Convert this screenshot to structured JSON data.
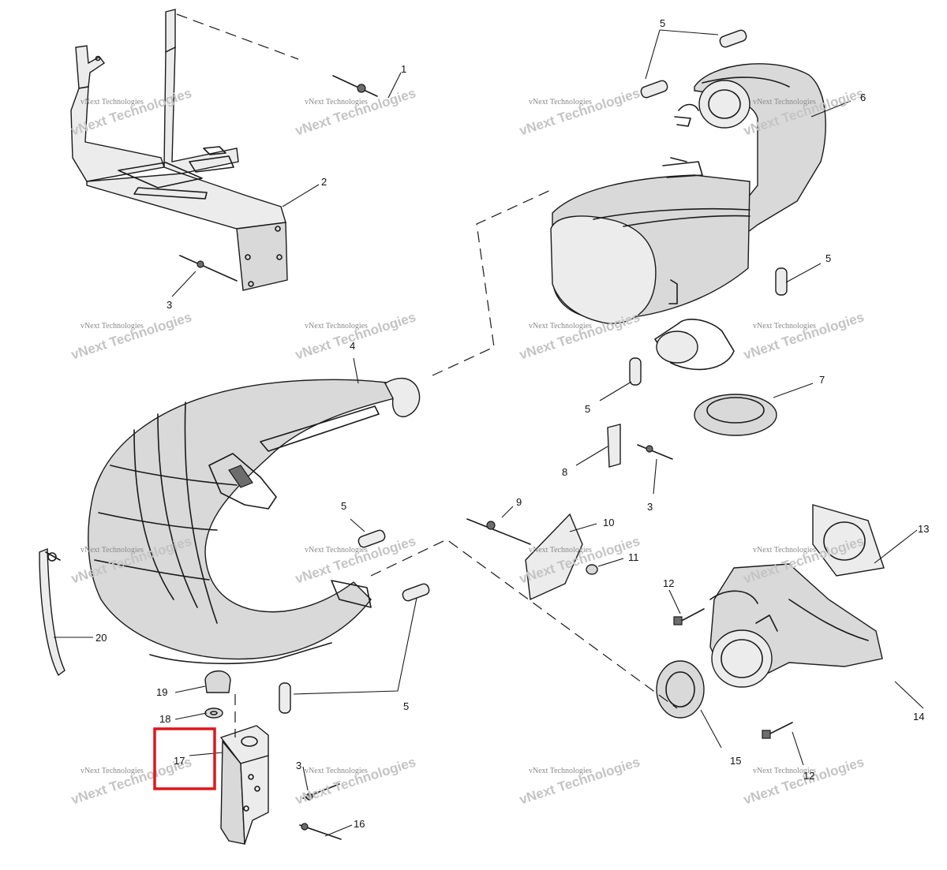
{
  "diagram": {
    "highlight_color": "#e0161b",
    "callouts": [
      "1",
      "2",
      "3",
      "3",
      "3",
      "3",
      "4",
      "5",
      "5",
      "5",
      "5",
      "5",
      "5",
      "6",
      "7",
      "8",
      "9",
      "10",
      "11",
      "12",
      "12",
      "13",
      "14",
      "15",
      "16",
      "17",
      "18",
      "19",
      "20"
    ],
    "watermark": {
      "line1": "vNext Technologies",
      "line2": "vNext Technologies"
    }
  }
}
